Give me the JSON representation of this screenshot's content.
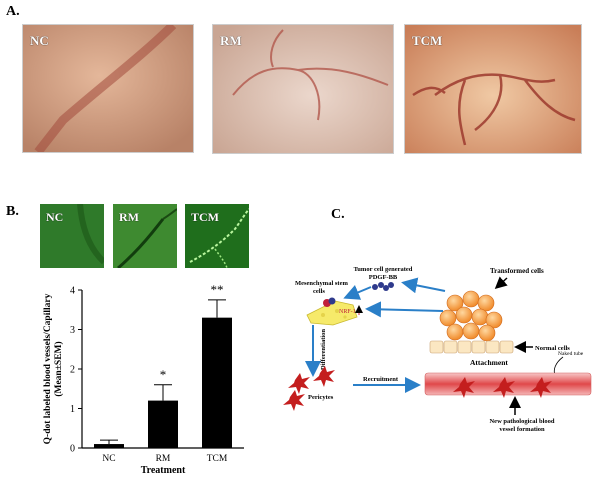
{
  "panel_a": {
    "letter": "A.",
    "images": [
      {
        "label": "NC"
      },
      {
        "label": "RM"
      },
      {
        "label": "TCM"
      }
    ]
  },
  "panel_b": {
    "letter": "B.",
    "images": [
      {
        "label": "NC"
      },
      {
        "label": "RM"
      },
      {
        "label": "TCM"
      }
    ]
  },
  "panel_c": {
    "letter": "C.",
    "labels": {
      "tumor_pdgf_1": "Tumor cell generated",
      "tumor_pdgf_2": "PDGF-BB",
      "transformed": "Transformed cells",
      "msc_1": "Mesenchymal stem",
      "msc_2": "cells",
      "nrf": "NRF-1",
      "normal": "Normal cells",
      "differentiation": "Differentiation",
      "pericytes": "Pericytes",
      "recruitment": "Recruitment",
      "attachment": "Attachment",
      "naked_tube": "Naked tube",
      "new_vessel_1": "New pathological blood",
      "new_vessel_2": "vessel formation"
    }
  },
  "chart_data": {
    "type": "bar",
    "categories": [
      "NC",
      "RM",
      "TCM"
    ],
    "values": [
      0.1,
      1.2,
      3.3
    ],
    "errors": [
      0.1,
      0.4,
      0.45
    ],
    "significance": [
      "",
      "*",
      "**"
    ],
    "ylabel": "Q-dot labeled blood vessels/Capillary (Mean±SEM)",
    "xlabel": "Treatment",
    "ylim": [
      0,
      4
    ],
    "yticks": [
      0,
      1,
      2,
      3,
      4
    ],
    "colors": {
      "bar": "#000000"
    }
  }
}
